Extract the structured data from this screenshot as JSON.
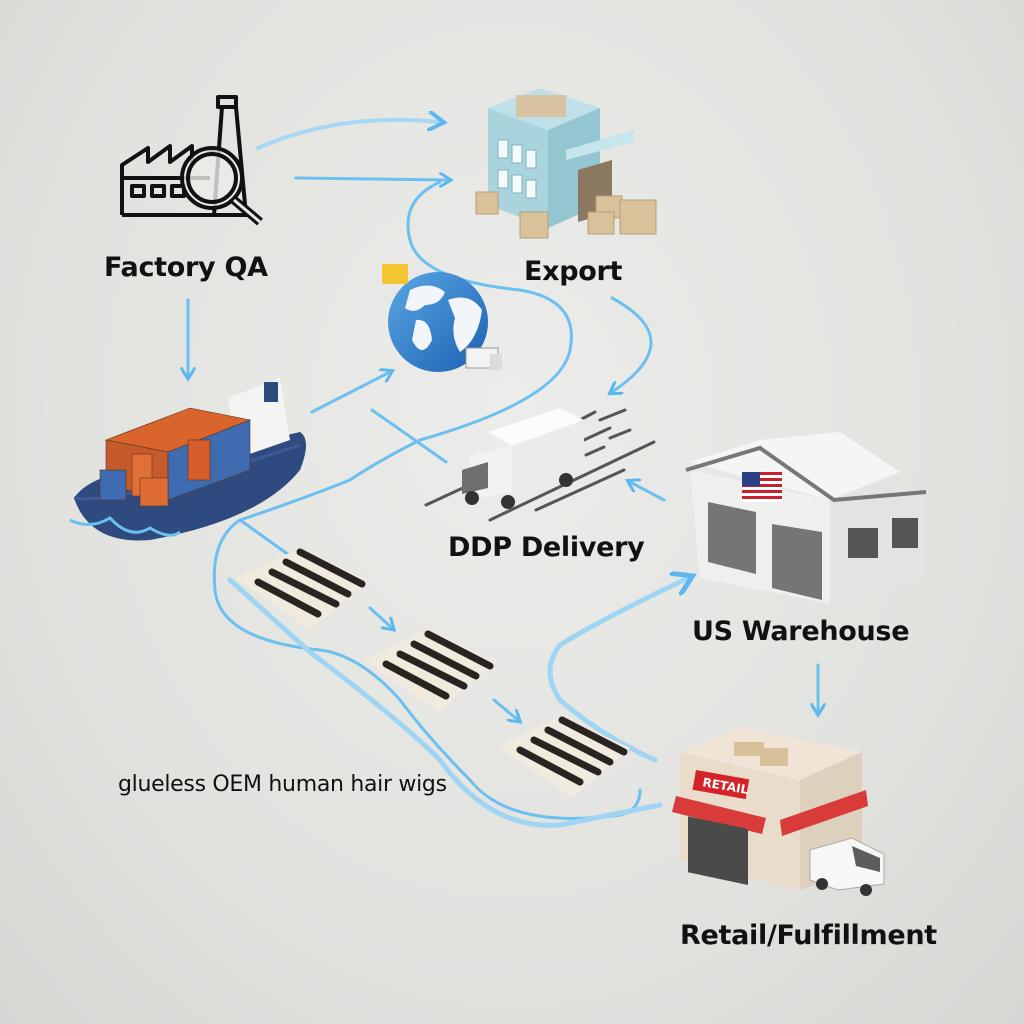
{
  "diagram": {
    "title": "Supply chain flow for glueless OEM human hair wigs",
    "accent_color": "#5bb8ef",
    "stages": [
      {
        "id": "factory-qa",
        "label": "Factory QA",
        "icon": "factory-magnifier-icon"
      },
      {
        "id": "export",
        "label": "Export",
        "icon": "export-warehouse-icon"
      },
      {
        "id": "shipping",
        "label": "",
        "icon": "container-ship-icon"
      },
      {
        "id": "global",
        "label": "",
        "icon": "globe-icon"
      },
      {
        "id": "ddp-delivery",
        "label": "DDP Delivery",
        "icon": "delivery-truck-icon"
      },
      {
        "id": "us-warehouse",
        "label": "US Warehouse",
        "icon": "us-warehouse-icon"
      },
      {
        "id": "retail",
        "label": "Retail/Fulfillment",
        "icon": "retail-store-icon"
      }
    ],
    "product_label": "glueless OEM human hair wigs",
    "store_sign": "RETAIL"
  }
}
